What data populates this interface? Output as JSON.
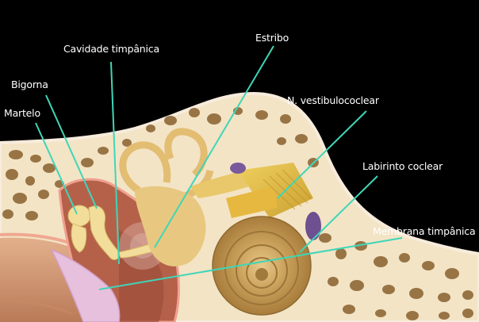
{
  "diagram": {
    "subject": "Anatomia do ouvido médio e interno",
    "background_color": "#000000",
    "leader_line_color": "#3fd6b8",
    "label_color": "#ffffff",
    "labels": [
      {
        "id": "martelo",
        "text": "Martelo"
      },
      {
        "id": "bigorna",
        "text": "Bigorna"
      },
      {
        "id": "cavidade",
        "text": "Cavidade timpânica"
      },
      {
        "id": "estribo",
        "text": "Estribo"
      },
      {
        "id": "nervo",
        "text": "N. vestibulococlear"
      },
      {
        "id": "labirinto",
        "text": "Labirinto coclear"
      },
      {
        "id": "membrana",
        "text": "Membrana timpânica"
      }
    ]
  }
}
